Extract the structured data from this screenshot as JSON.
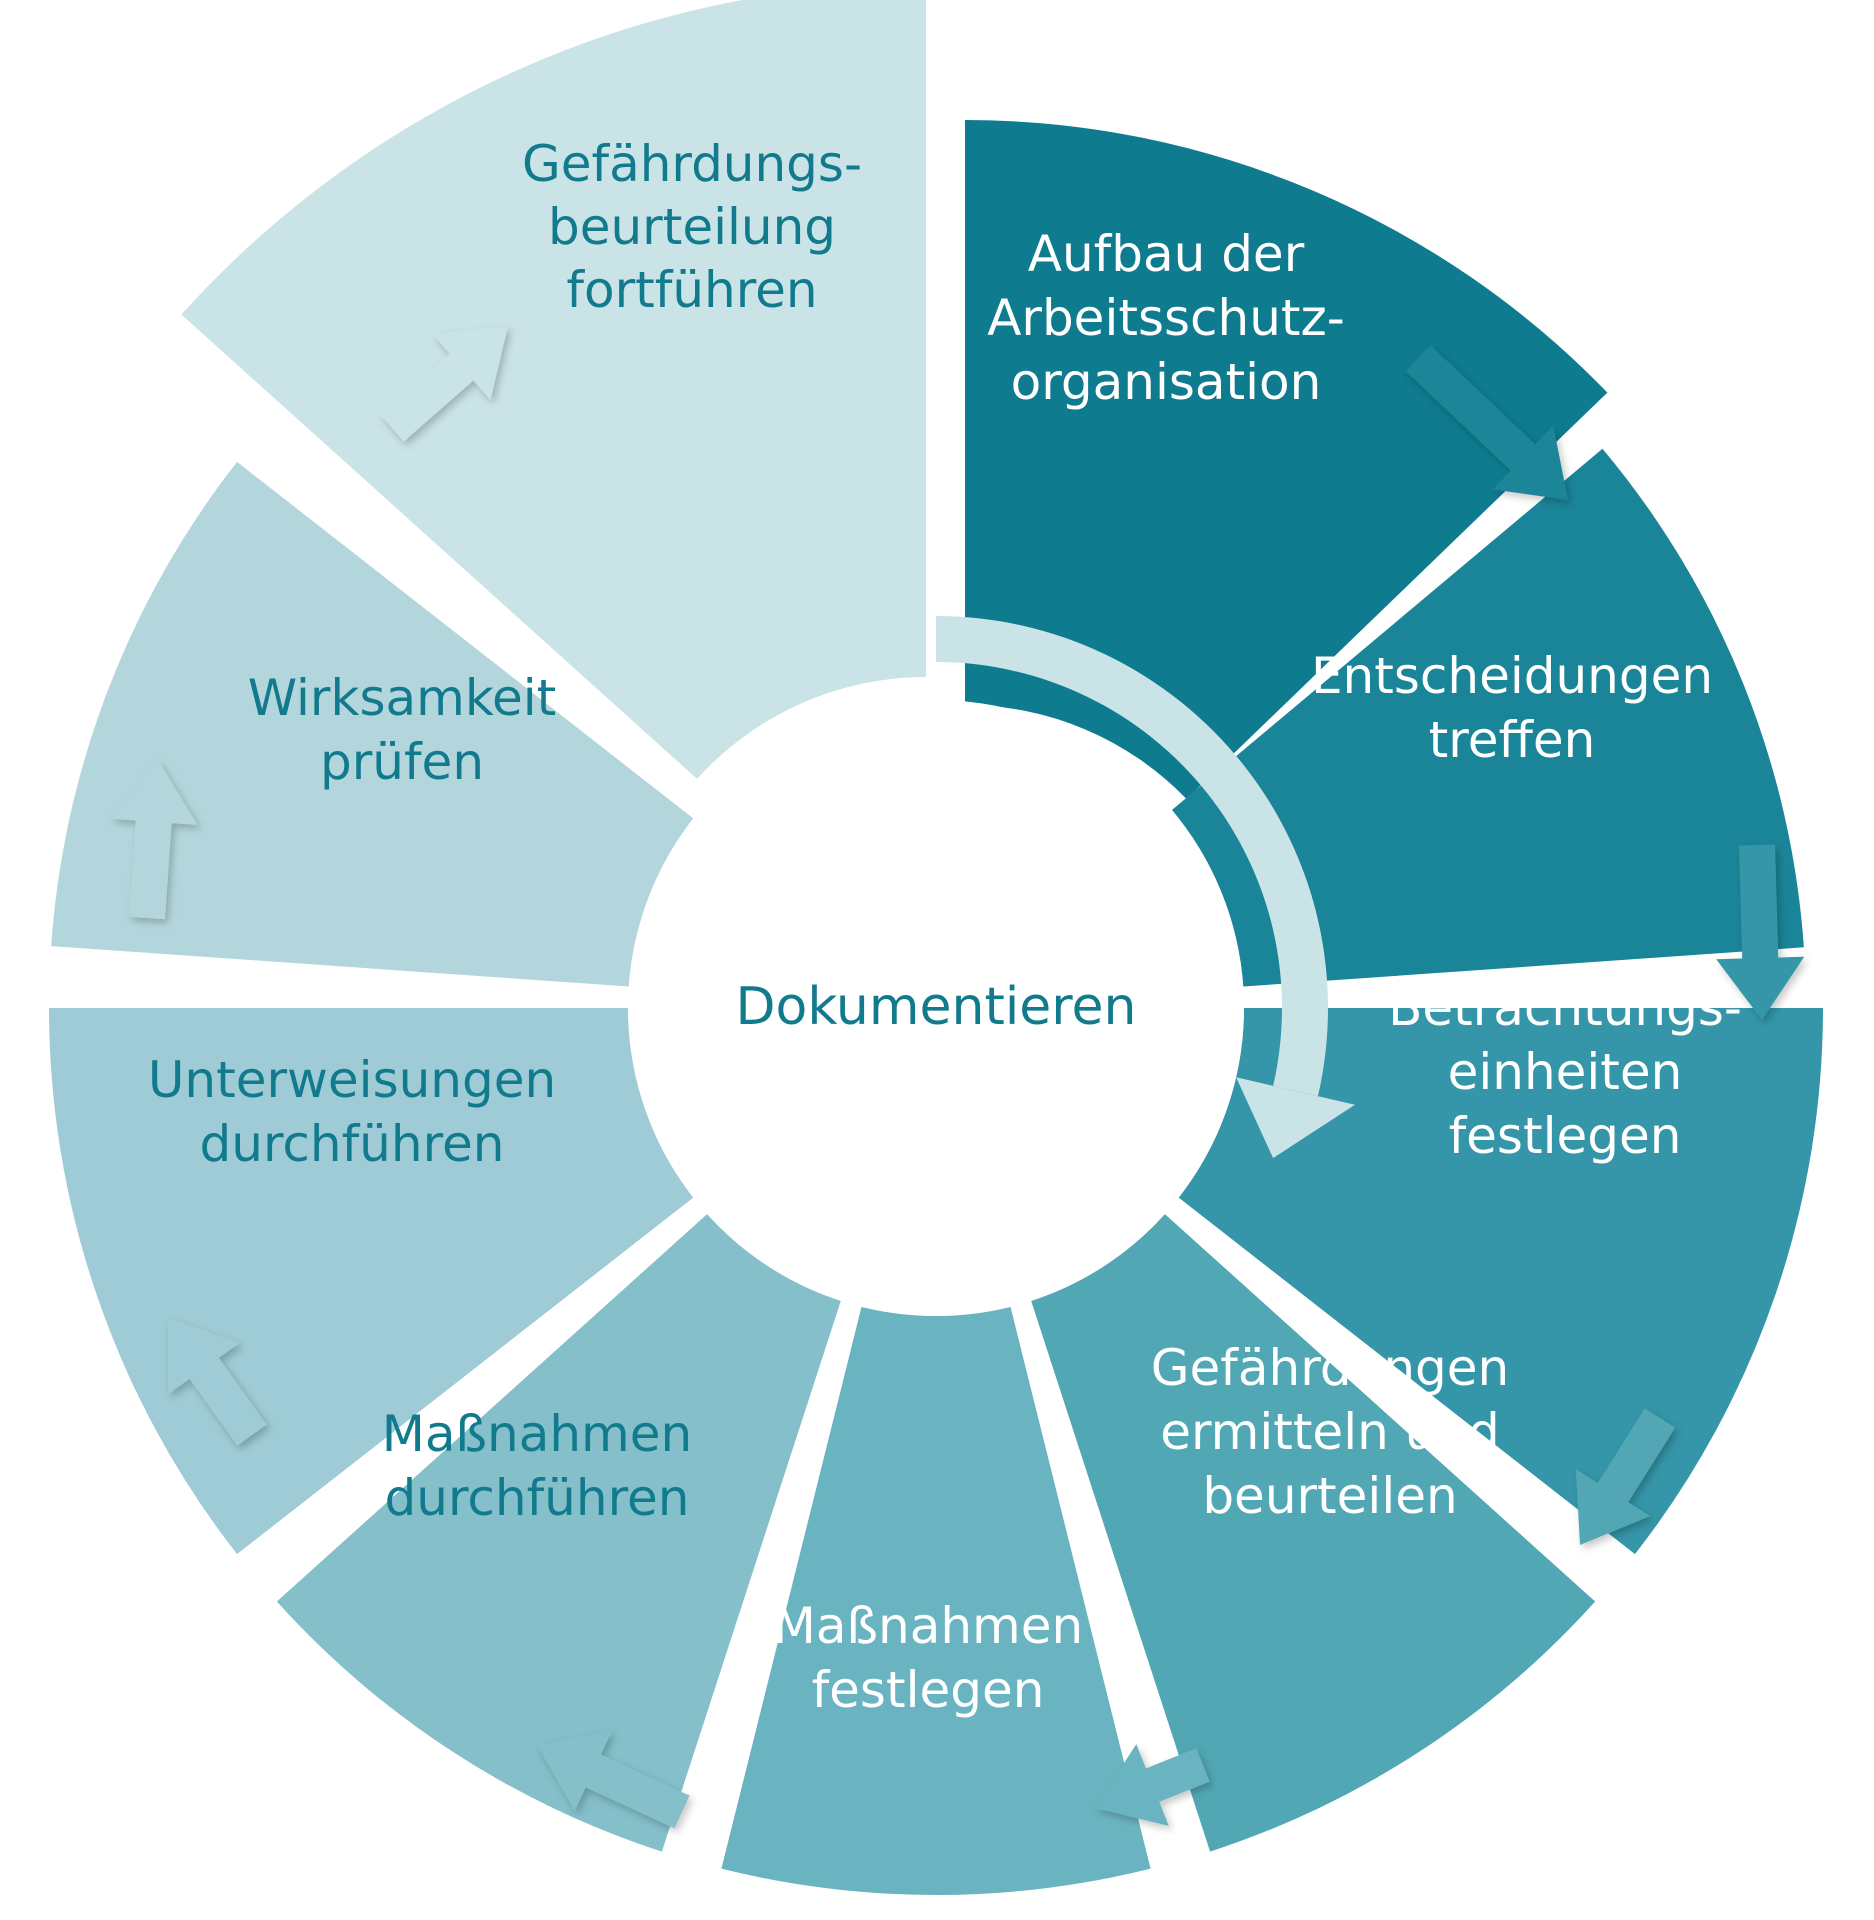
{
  "diagram": {
    "center": {
      "label": "Dokumentieren",
      "text_color": "#127a8d"
    },
    "segments": [
      {
        "id": "aufbau",
        "lines": [
          "Aufbau der",
          "Arbeitsschutz-",
          "organisation"
        ],
        "fill": "#0f7b8f",
        "text_color": "#ffffff"
      },
      {
        "id": "entscheidungen",
        "lines": [
          "Entscheidungen",
          "treffen"
        ],
        "fill": "#1a8598",
        "text_color": "#ffffff"
      },
      {
        "id": "betrachtungseinheiten",
        "lines": [
          "Betrachtungs-",
          "einheiten",
          "festlegen"
        ],
        "fill": "#3496a8",
        "text_color": "#ffffff"
      },
      {
        "id": "gefaehrdungen",
        "lines": [
          "Gefährdungen",
          "ermitteln und",
          "beurteilen"
        ],
        "fill": "#52a7b5",
        "text_color": "#ffffff"
      },
      {
        "id": "massnahmen-festlegen",
        "lines": [
          "Maßnahmen",
          "festlegen"
        ],
        "fill": "#6ab4c1",
        "text_color": "#ffffff"
      },
      {
        "id": "massnahmen-durchfuehren",
        "lines": [
          "Maßnahmen",
          "durchführen"
        ],
        "fill": "#84bfca",
        "text_color": "#127a8d"
      },
      {
        "id": "unterweisungen",
        "lines": [
          "Unterweisungen",
          "durchführen"
        ],
        "fill": "#9ecbd5",
        "text_color": "#127a8d"
      },
      {
        "id": "wirksamkeit",
        "lines": [
          "Wirksamkeit",
          "prüfen"
        ],
        "fill": "#b3d6dc",
        "text_color": "#127a8d"
      },
      {
        "id": "fortfuehren",
        "lines": [
          "Gefährdungs-",
          "beurteilung",
          "fortführen"
        ],
        "fill": "#c9e3e7",
        "text_color": "#127a8d"
      }
    ],
    "inner_arrow_color": "#c9e3e7"
  }
}
